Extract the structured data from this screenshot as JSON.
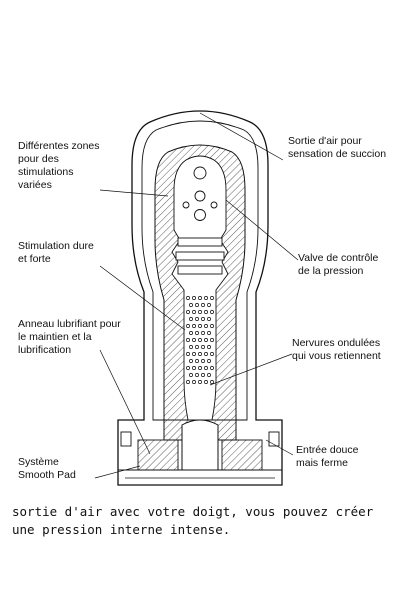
{
  "labels": {
    "zones": "Différentes zones\npour des\nstimulations\nvariées",
    "air_exit": "Sortie d'air pour\nsensation de succion",
    "hard_stim": "Stimulation dure\net forte",
    "valve": "Valve de contrôle\nde la pression",
    "lube_ring": "Anneau lubrifiant pour\nle maintien et la\nlubrification",
    "ribs": "Nervures ondulées\nqui vous retiennent",
    "entry": "Entrée douce\nmais ferme",
    "smooth_pad": "Système\nSmooth Pad"
  },
  "caption": {
    "line1": "sortie d'air avec votre doigt, vous pouvez créer",
    "line2": "une pression interne intense."
  },
  "colors": {
    "ink": "#111111",
    "background": "#ffffff"
  }
}
